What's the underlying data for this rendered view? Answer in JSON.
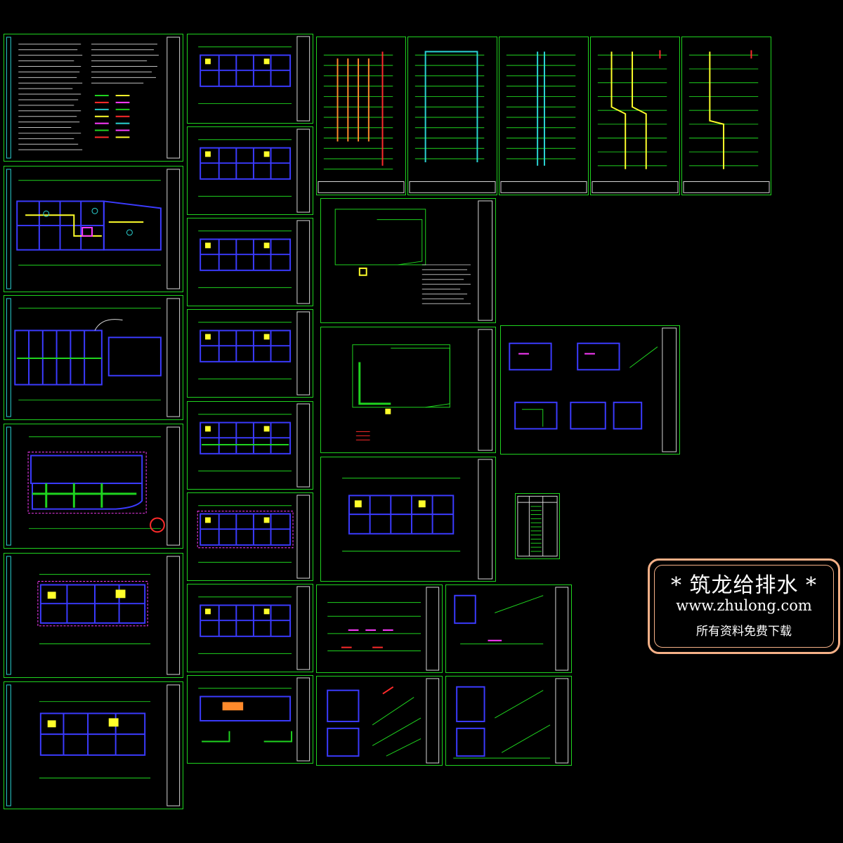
{
  "watermark": {
    "line1": "* 筑龙给排水 *",
    "line2": "www.zhulong.com",
    "line3": "所有资料免费下载"
  },
  "colors": {
    "background": "#000000",
    "sheet_border": "#1fd31f",
    "wall": "#3b3bff",
    "pipe_green": "#1fd31f",
    "pipe_yellow": "#ffff2b",
    "pipe_red": "#ff2b2b",
    "pipe_magenta": "#ff3bff",
    "pipe_cyan": "#2bd4d4",
    "title_block": "#d8d8d8",
    "watermark_border": "#f5b087"
  },
  "drawing_sheets": {
    "design_notes_sheet": "design-notes",
    "floor_plan_sheets": "floor-plans",
    "riser_diagram_sheets": "riser-diagrams",
    "pump_room_sheets": "pump-room",
    "detail_sheets": "details",
    "material_schedule": "schedule"
  }
}
